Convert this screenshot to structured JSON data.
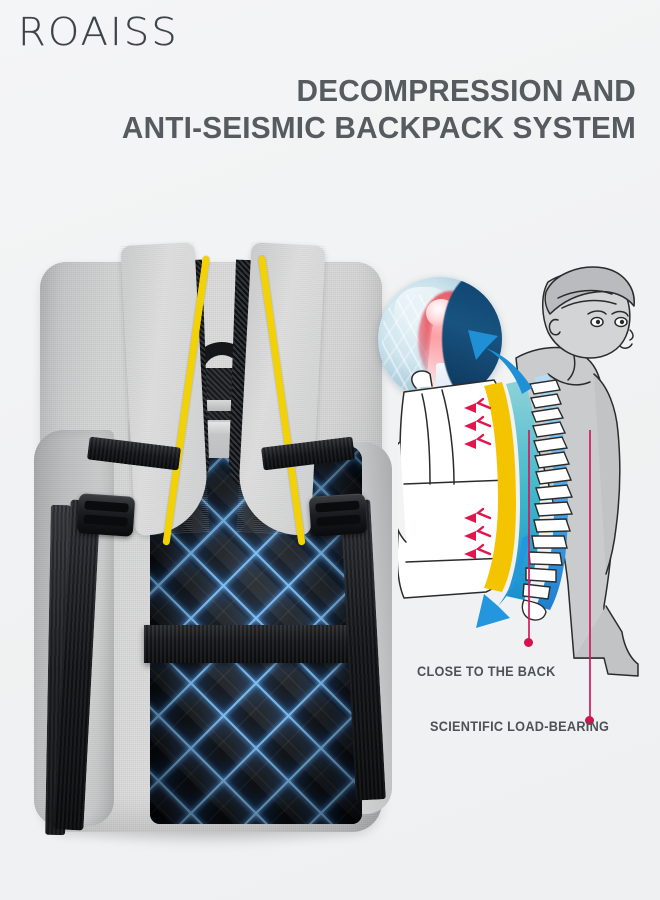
{
  "brand": {
    "logo_text": "ROAISS",
    "logo_color": "#3d4349"
  },
  "headline": {
    "line1": "DECOMPRESSION AND",
    "line2": "ANTI-SEISMIC BACKPACK SYSTEM",
    "color": "#565b60"
  },
  "callouts": [
    {
      "label": "CLOSE TO THE BACK",
      "marker_color": "#d2144f"
    },
    {
      "label": "SCIENTIFIC LOAD-BEARING",
      "marker_color": "#d2144f"
    }
  ],
  "product": {
    "type": "backpack-back-view",
    "body_color": "#d8d9d9",
    "panel_color": "#101315",
    "glow_color": "#78c3ff",
    "piping_color": "#f2d205",
    "strap_color": "#15171a"
  },
  "diagram": {
    "xray": {
      "name": "shoulder-joint-xray",
      "inflammation_color": "#e9303e",
      "rim_color": "#0d3f6e"
    },
    "figure": {
      "name": "boy-wearing-backpack-spine-diagram",
      "arrow_color": "#1f8fd6",
      "cushion_color": "#f5c400",
      "airflow_arrow_color": "#e0164f",
      "outline_color": "#2b2b2b",
      "body_fill": "#c9cbcd"
    }
  },
  "background": {
    "color": "#f1f2f3"
  }
}
